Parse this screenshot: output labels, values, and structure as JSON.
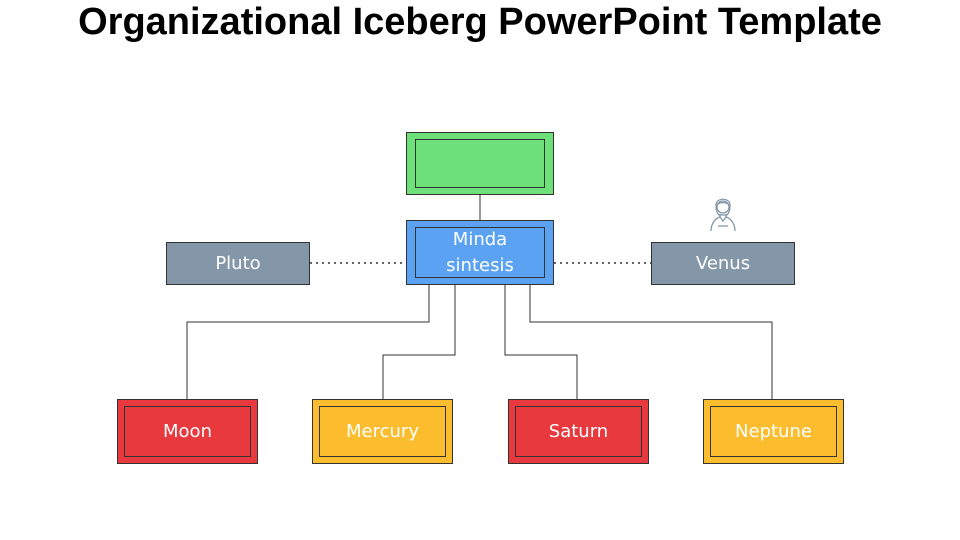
{
  "title": "Organizational Iceberg PowerPoint Template",
  "colors": {
    "top": "#6ee07a",
    "center": "#5ba3f2",
    "side": "#8497a8",
    "red": "#e8393f",
    "yellow": "#fbbc2d",
    "line": "#333333"
  },
  "top_box": {
    "label": ""
  },
  "center_box": {
    "line1": "Minda",
    "line2": "sintesis"
  },
  "left_box": {
    "label": "Pluto"
  },
  "right_box": {
    "label": "Venus",
    "icon": "person-icon"
  },
  "bottom_boxes": [
    {
      "label": "Moon",
      "color": "red"
    },
    {
      "label": "Mercury",
      "color": "yellow"
    },
    {
      "label": "Saturn",
      "color": "red"
    },
    {
      "label": "Neptune",
      "color": "yellow"
    }
  ]
}
